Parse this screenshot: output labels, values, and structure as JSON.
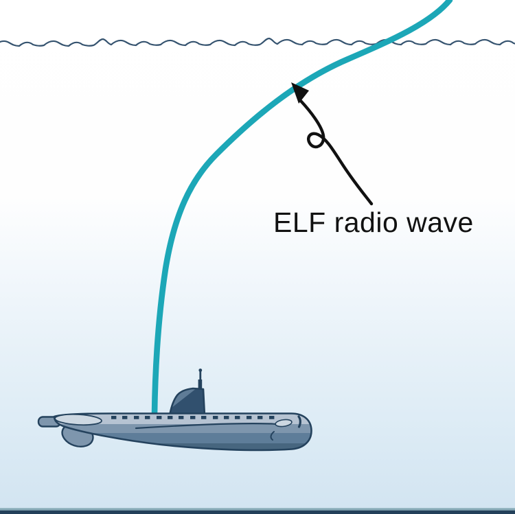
{
  "figure": {
    "label": "ELF radio wave",
    "objects": [
      "water-surface",
      "elf-radio-wave-curve",
      "annotation-arrow",
      "submarine",
      "seafloor-border"
    ]
  },
  "colors": {
    "background_top": "#ffffff",
    "background_bottom": "#d2e4f1",
    "waterline": "#35536f",
    "wave_teal": "#1ca7b7",
    "arrow_black": "#111111",
    "label_color": "#111111",
    "outline_dark": "#24425d",
    "hull_mid": "#7e96ad",
    "deck_light": "#b6c3d2",
    "hull_lower": "#5e7d99",
    "hull_shadow": "#47667f",
    "sail_light": "#c7d2de",
    "sail_midlight": "#92a7bb",
    "sail_mid": "#5f7c97",
    "sail_dark": "#31506e",
    "fitting_light": "#cdd8e2",
    "border_teal": "#86a9b6",
    "border_navy": "#23405a"
  }
}
